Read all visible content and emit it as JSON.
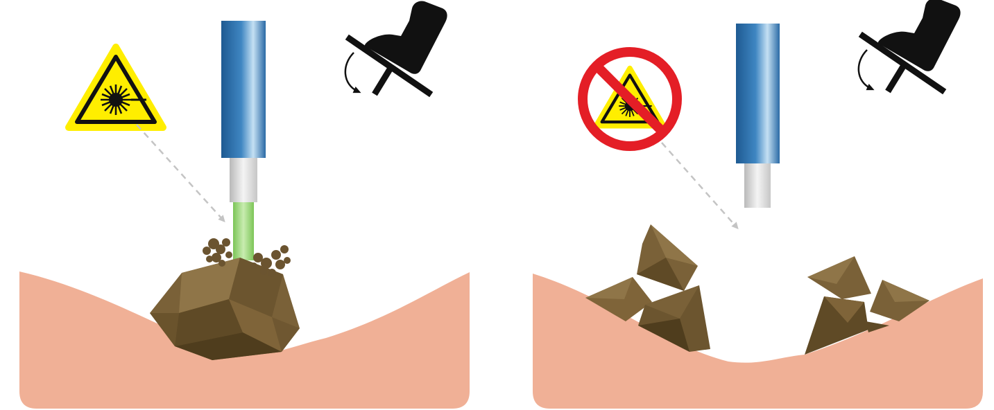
{
  "colors": {
    "tissue": "#f0b096",
    "stone_dark": "#5f4a26",
    "stone_mid": "#7a6138",
    "stone_light": "#8f7548",
    "fiber_blue_dark": "#1f5f98",
    "fiber_blue_light": "#bcd9ef",
    "fiber_tip": "#e3e3e3",
    "laser_green": "#8fd36c",
    "warning_yellow": "#ffee00",
    "prohibition_red": "#e41e26",
    "arrow_gray": "#c4c4c4",
    "icon_black": "#111111"
  },
  "panels": [
    {
      "id": "laser-on",
      "laser_state": "active",
      "stone_state": "fragmenting",
      "icons": [
        "laser-warning-icon",
        "foot-pedal-pressed-icon",
        "dashed-arrow"
      ]
    },
    {
      "id": "laser-off",
      "laser_state": "inactive",
      "stone_state": "fragmented",
      "icons": [
        "laser-prohibited-icon",
        "foot-pedal-released-icon",
        "dashed-arrow"
      ]
    }
  ]
}
